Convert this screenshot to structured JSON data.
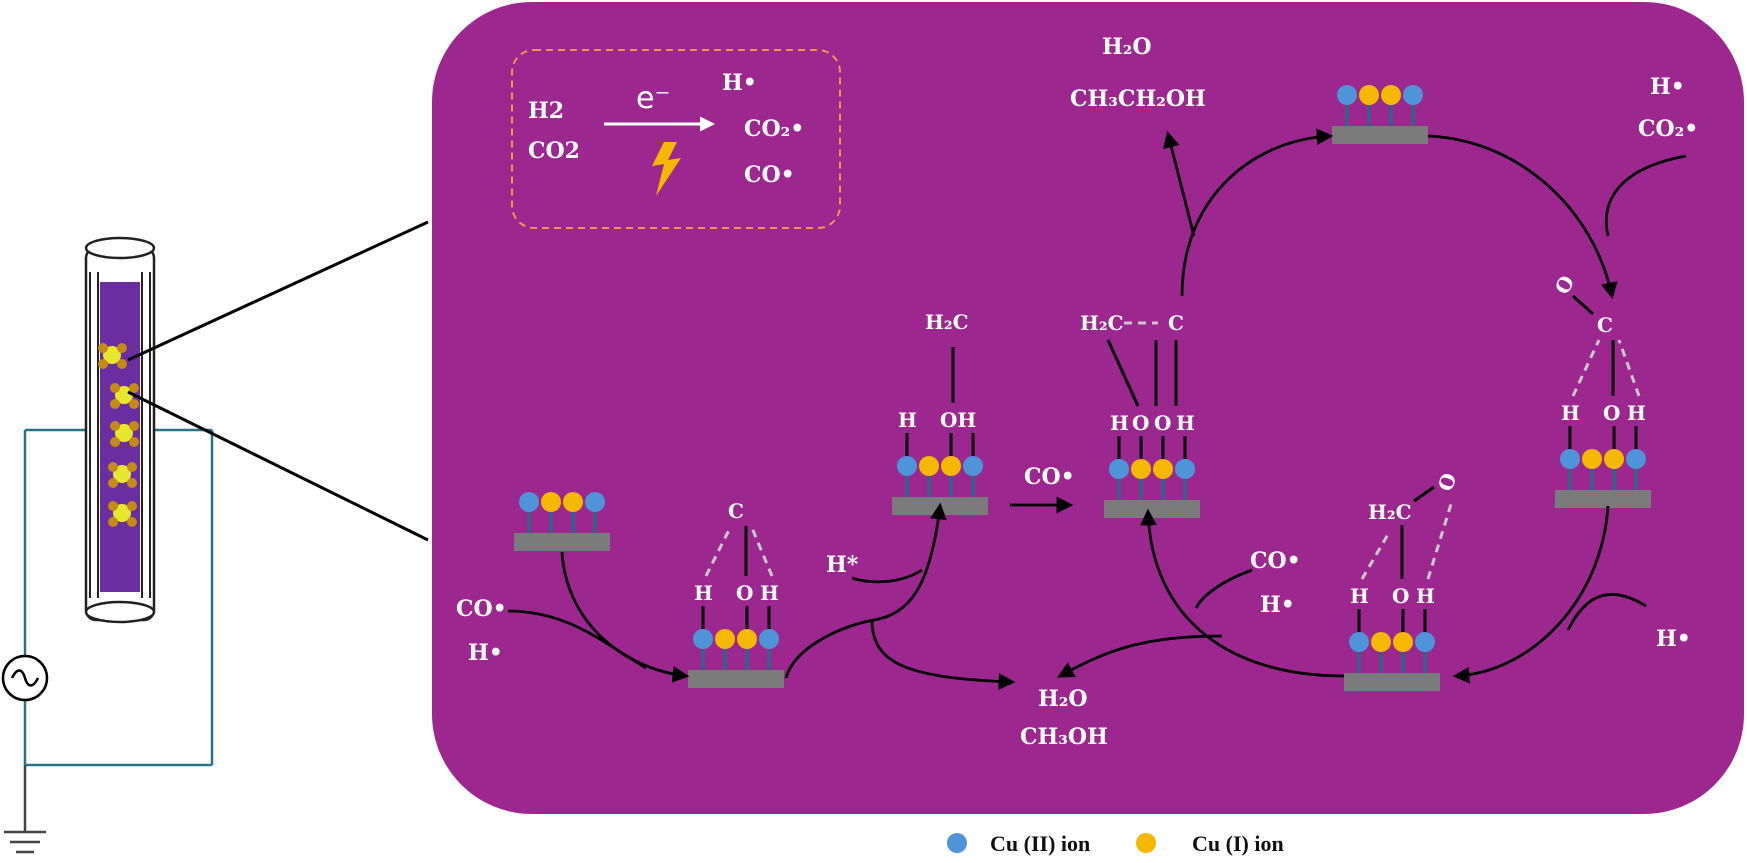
{
  "colors": {
    "panel": "#9c288f",
    "cu2": "#4f93d8",
    "cu1": "#f5b800",
    "slab": "#7b7b7b",
    "bolt": "#f5b800",
    "circuit": "#2a7287",
    "electrode": "#6a2ea1",
    "box_dash": "#f0954a"
  },
  "inset": {
    "reactants": [
      "H2",
      "CO2"
    ],
    "electron": "e⁻",
    "bolt_icon": "lightning-icon",
    "products": [
      "H•",
      "CO₂•",
      "CO•"
    ]
  },
  "labels": {
    "co_h_left": [
      "CO•",
      "H•"
    ],
    "h_star": "H*",
    "co_mid": "CO•",
    "co_h_right": [
      "CO•",
      "H•"
    ],
    "h_right_bottom": "H•",
    "h_co2_topright": [
      "H•",
      "CO₂•"
    ],
    "product_bottom": [
      "H₂O",
      "CH₃OH"
    ],
    "product_top": [
      "H₂O",
      "CH₃CH₂OH"
    ]
  },
  "atoms": {
    "H": "H",
    "O": "O",
    "OH": "OH",
    "C": "C",
    "H2C": "H₂C"
  },
  "legend": {
    "cu2_label": "Cu (II) ion",
    "cu1_label": "Cu (I) ion"
  }
}
